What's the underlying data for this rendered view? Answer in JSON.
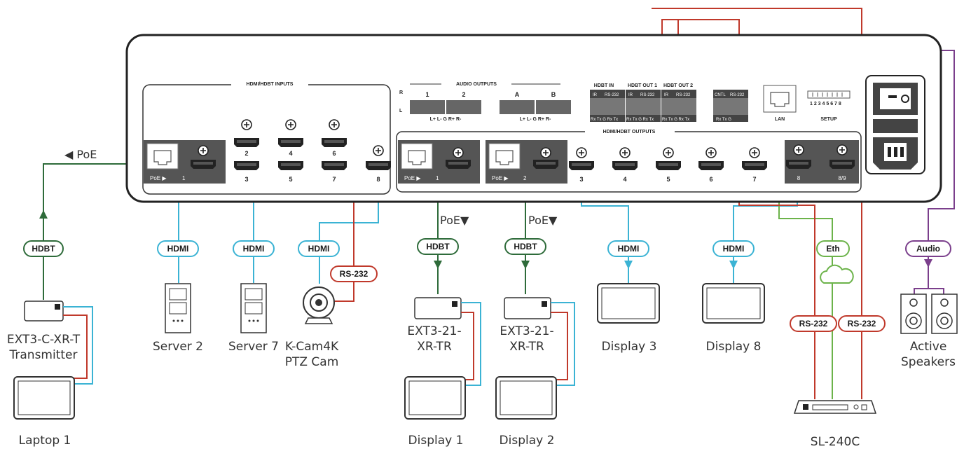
{
  "device_panel": {
    "hdmi_inputs_title": "HDMI/HDBT INPUTS",
    "audio_outputs_title": "AUDIO OUTPUTS",
    "hdmi_outputs_title": "HDMI/HDBT OUTPUTS",
    "hdbt_in_label": "HDBT IN",
    "hdbt_out1_label": "HDBT OUT 1",
    "hdbt_out2_label": "HDBT OUT 2",
    "cntl_label": "CNTL",
    "rs232_label": "RS-232",
    "ir_label": "IR",
    "lan_label": "LAN",
    "setup_label": "SETUP",
    "rxtx_label": "Rx Tx G Rx Tx",
    "rxtxg_label": "Rx Tx G",
    "dip_numbers": "1 2 3 4 5 6 7 8",
    "audio_l_label": "L",
    "audio_r_label": "R",
    "audio_groups": [
      "1",
      "2",
      "A",
      "B"
    ],
    "audio_pin_label": "L+ L- G R+ R-",
    "poe_port_label": "PoE ▶",
    "input_ports": {
      "p1": "1",
      "p2": "2",
      "p3": "3",
      "p4": "4",
      "p5": "5",
      "p6": "6",
      "p7": "7",
      "p8": "8"
    },
    "output_ports": {
      "p1": "1",
      "p2": "2",
      "p3": "3",
      "p4": "4",
      "p5": "5",
      "p6": "6",
      "p7": "7",
      "p8": "8",
      "p89": "8/9"
    }
  },
  "cables": {
    "hdbt": "HDBT",
    "hdmi": "HDMI",
    "rs232": "RS-232",
    "eth": "Eth",
    "audio": "Audio"
  },
  "poe_labels": {
    "input": "◀ PoE",
    "out1": "PoE▼",
    "out2": "PoE▼"
  },
  "devices": {
    "transmitter": [
      "EXT3-C-XR-T",
      "Transmitter"
    ],
    "laptop": "Laptop 1",
    "server2": "Server 2",
    "server7": "Server 7",
    "camera": [
      "K-Cam4K",
      "PTZ Cam"
    ],
    "ext1": [
      "EXT3-21-",
      "XR-TR"
    ],
    "ext2": [
      "EXT3-21-",
      "XR-TR"
    ],
    "display1": "Display 1",
    "display2": "Display 2",
    "display3": "Display 3",
    "display8": "Display 8",
    "speakers": [
      "Active",
      "Speakers"
    ],
    "controller": "SL-240C"
  },
  "colors": {
    "hdbt": "#2e6b3a",
    "hdmi": "#3bb3d4",
    "rs232": "#c0392b",
    "eth": "#6cb34a",
    "audio": "#7b3f8c",
    "panel": "#444444"
  }
}
